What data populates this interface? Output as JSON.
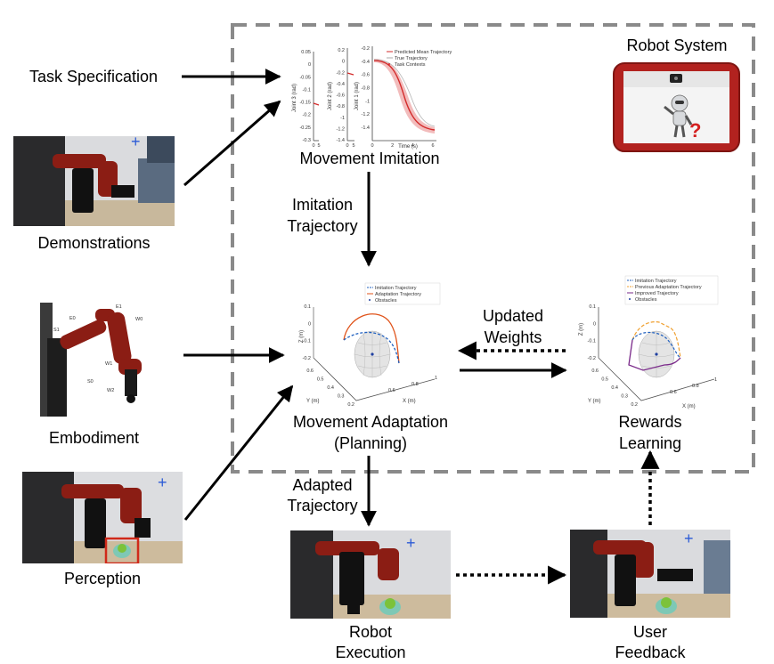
{
  "robot_system": {
    "title": "Robot System"
  },
  "inputs": {
    "task_specification": "Task Specification",
    "demonstrations": "Demonstrations",
    "embodiment": "Embodiment",
    "perception": "Perception"
  },
  "nodes": {
    "movement_imitation": "Movement Imitation",
    "movement_adaptation_line1": "Movement Adaptation",
    "movement_adaptation_line2": "(Planning)",
    "rewards_learning_line1": "Rewards",
    "rewards_learning_line2": "Learning",
    "robot_execution_line1": "Robot",
    "robot_execution_line2": "Execution",
    "user_feedback_line1": "User",
    "user_feedback_line2": "Feedback"
  },
  "edges": {
    "imitation_trajectory_line1": "Imitation",
    "imitation_trajectory_line2": "Trajectory",
    "updated_weights_line1": "Updated",
    "updated_weights_line2": "Weights",
    "adapted_trajectory_line1": "Adapted",
    "adapted_trajectory_line2": "Trajectory"
  },
  "imitation_plot": {
    "legend": [
      "Predicted Mean Trajectory",
      "True Trajectory",
      "Task Contexts"
    ],
    "joint3_label": "Joint 3 (rad)",
    "joint2_label": "Joint 2 (rad)",
    "joint1_label": "Joint 1 (rad)",
    "time_label": "Time (s)",
    "joint3_ticks": [
      "0.05",
      "0",
      "-0.05",
      "-0.1",
      "-0.15",
      "-0.2",
      "-0.25",
      "-0.3"
    ],
    "joint2_ticks": [
      "0.2",
      "0",
      "-0.2",
      "-0.4",
      "-0.6",
      "-0.8",
      "-1",
      "-1.2",
      "-1.4"
    ],
    "joint1_ticks": [
      "-0.2",
      "-0.4",
      "-0.6",
      "-0.8",
      "-1",
      "-1.2",
      "-1.4"
    ],
    "time_ticks": [
      "0",
      "2",
      "4",
      "6"
    ],
    "mini_time_ticks": [
      "0",
      "5"
    ]
  },
  "adaptation_plot": {
    "legend": [
      "Imitation Trajectory",
      "Adaptation Trajectory",
      "Obstacles"
    ],
    "z_label": "Z (m)",
    "y_label": "Y (m)",
    "x_label": "X (m)",
    "z_ticks": [
      "0.1",
      "0",
      "-0.1",
      "-0.2"
    ],
    "y_ticks": [
      "0.6",
      "0.5",
      "0.4",
      "0.3",
      "0.2"
    ],
    "x_ticks": [
      "0.6",
      "0.8",
      "1"
    ]
  },
  "rewards_plot": {
    "legend": [
      "Imitation Trajectory",
      "Previous Adaptation Trajectory",
      "Improved Trajectory",
      "Obstacles"
    ],
    "z_label": "Z (m)",
    "y_label": "Y (m)",
    "x_label": "X (m)",
    "z_ticks": [
      "0.1",
      "0",
      "-0.1",
      "-0.2"
    ],
    "y_ticks": [
      "0.6",
      "0.5",
      "0.4",
      "0.3",
      "0.2"
    ],
    "x_ticks": [
      "0.6",
      "0.8",
      "1"
    ]
  },
  "embodiment_labels": [
    "E1",
    "W0",
    "E0",
    "S1",
    "W1",
    "S0",
    "W2"
  ],
  "colors": {
    "dashed_border": "#8a8a8a",
    "robot_red": "#8b1d14",
    "tablet_red": "#b2221f",
    "imitation_blue": "#1f5fbf",
    "adaptation_orange": "#e0531a",
    "previous_adaptation_orange": "#f0a030",
    "improved_purple": "#7a2a8a",
    "perception_box": "#d02a1a"
  }
}
